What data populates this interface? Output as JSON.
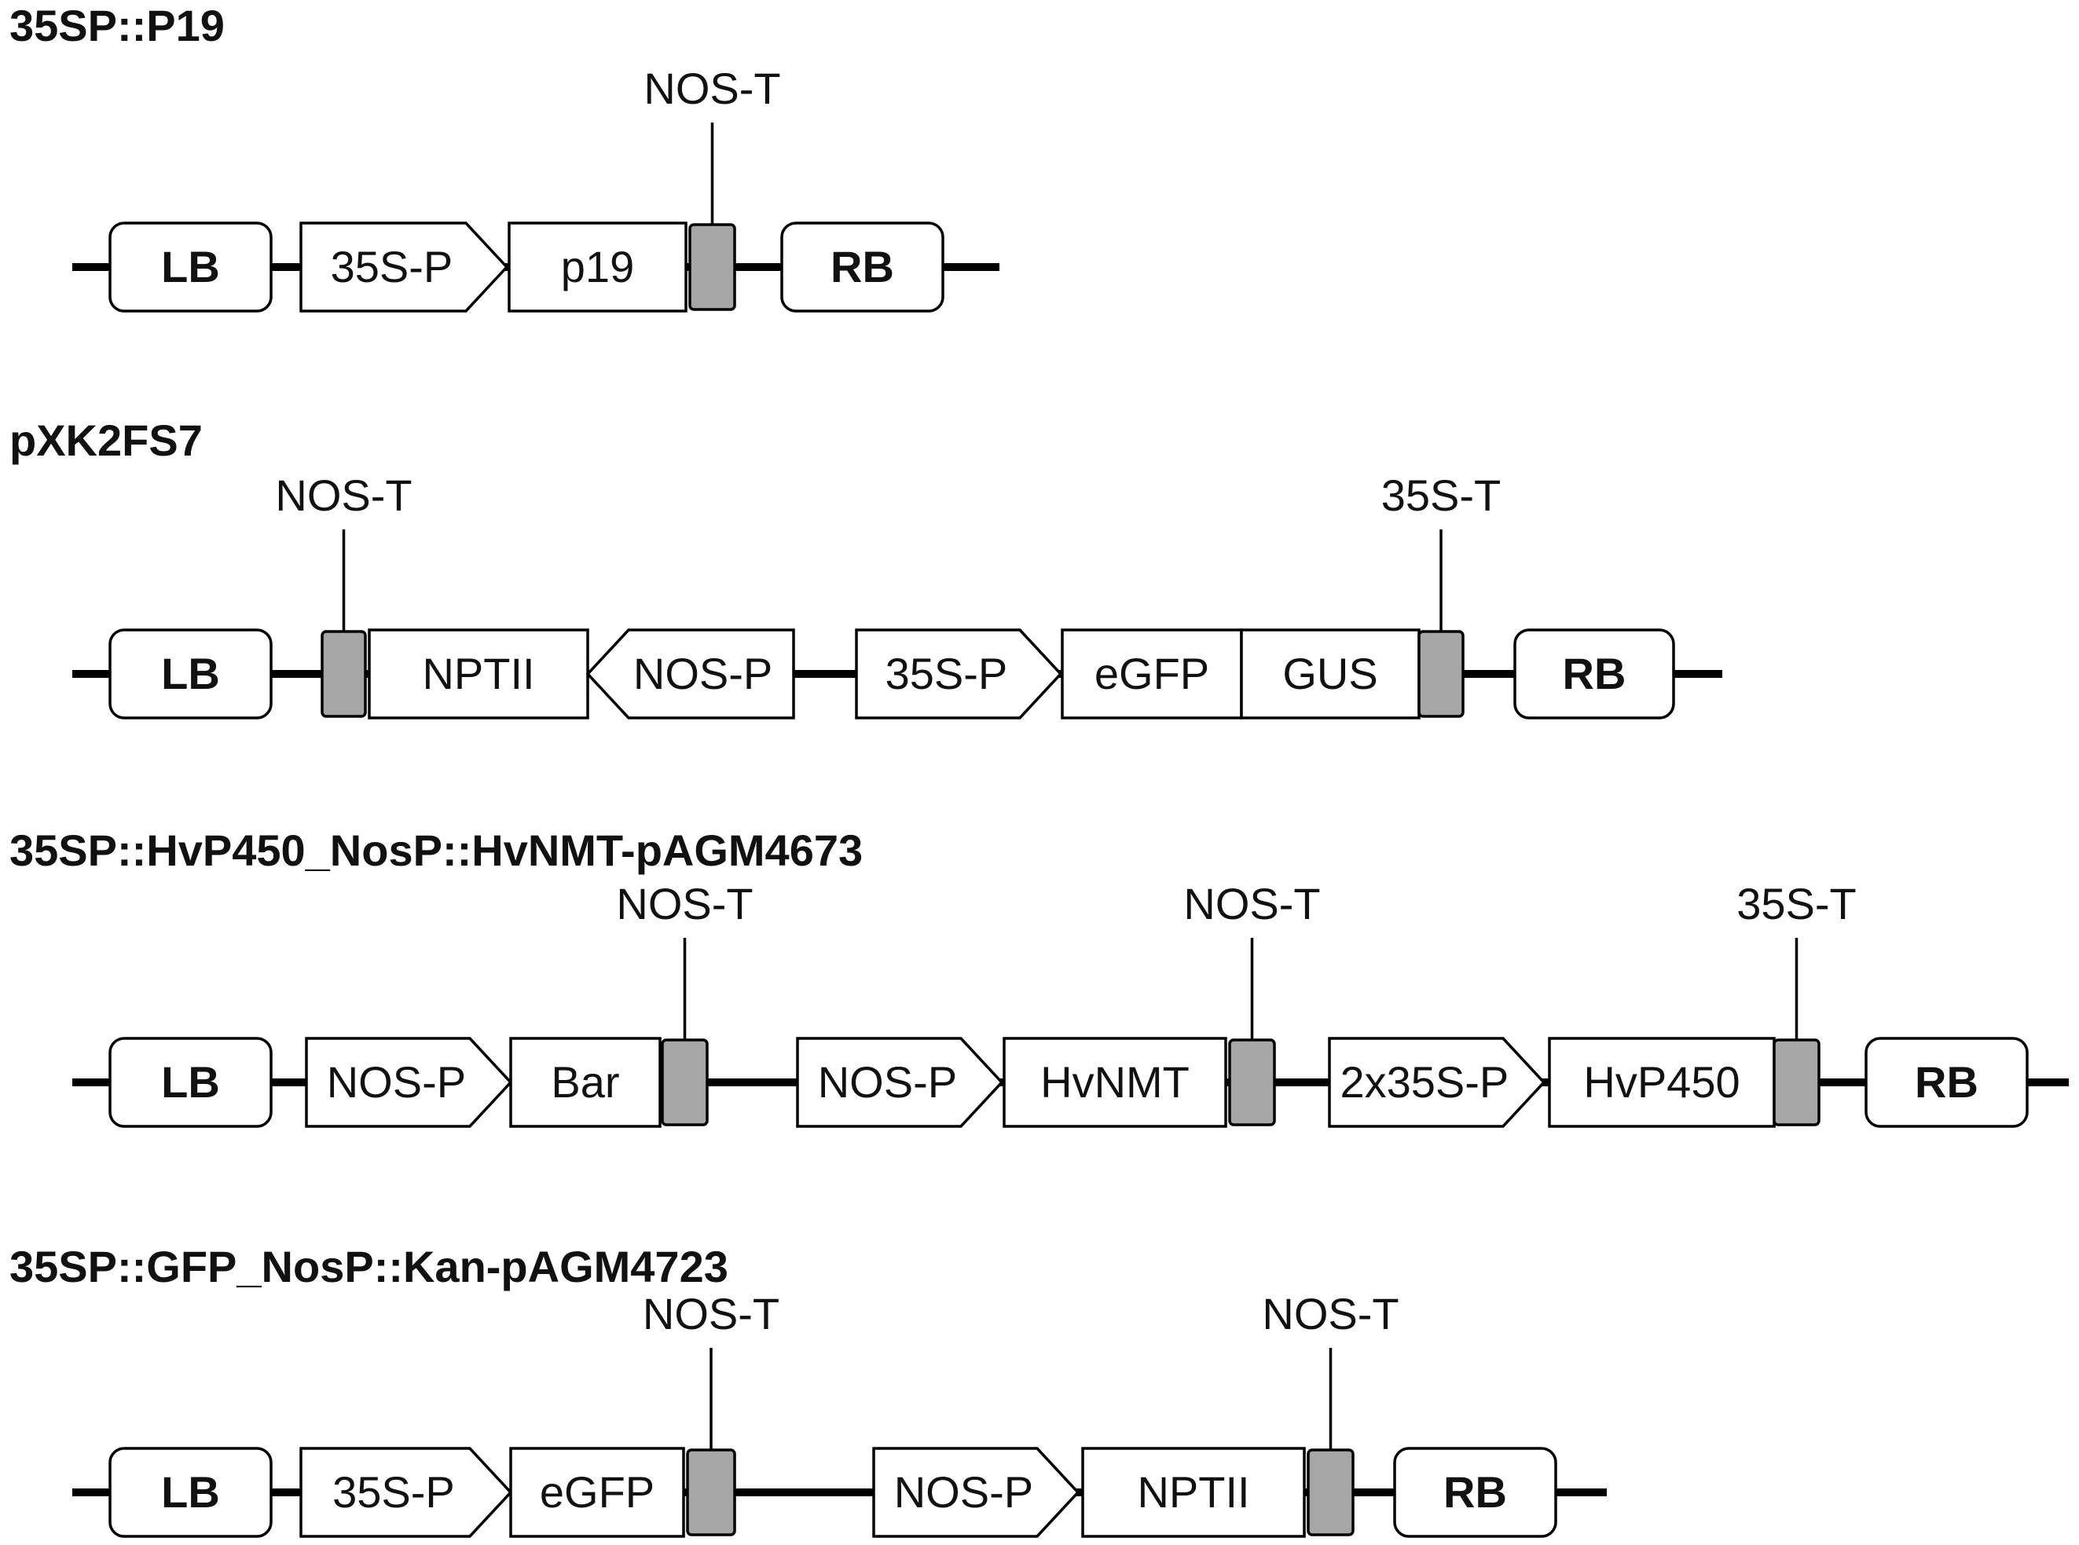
{
  "constructs": [
    {
      "title": "35SP::P19",
      "parts": [
        {
          "type": "border",
          "label": "LB"
        },
        {
          "type": "promoter",
          "label": "35S-P",
          "dir": "right"
        },
        {
          "type": "cds",
          "label": "p19"
        },
        {
          "type": "terminator",
          "label": "NOS-T"
        },
        {
          "type": "border",
          "label": "RB"
        }
      ]
    },
    {
      "title": "pXK2FS7",
      "parts": [
        {
          "type": "border",
          "label": "LB"
        },
        {
          "type": "terminator",
          "label": "NOS-T"
        },
        {
          "type": "cds",
          "label": "NPTII"
        },
        {
          "type": "promoter",
          "label": "NOS-P",
          "dir": "left"
        },
        {
          "type": "promoter",
          "label": "35S-P",
          "dir": "right"
        },
        {
          "type": "cds",
          "label": "eGFP"
        },
        {
          "type": "cds",
          "label": "GUS"
        },
        {
          "type": "terminator",
          "label": "35S-T"
        },
        {
          "type": "border",
          "label": "RB"
        }
      ]
    },
    {
      "title": "35SP::HvP450_NosP::HvNMT-pAGM4673",
      "parts": [
        {
          "type": "border",
          "label": "LB"
        },
        {
          "type": "promoter",
          "label": "NOS-P",
          "dir": "right"
        },
        {
          "type": "cds",
          "label": "Bar"
        },
        {
          "type": "terminator",
          "label": "NOS-T"
        },
        {
          "type": "promoter",
          "label": "NOS-P",
          "dir": "right"
        },
        {
          "type": "cds",
          "label": "HvNMT"
        },
        {
          "type": "terminator",
          "label": "NOS-T"
        },
        {
          "type": "promoter",
          "label": "2x35S-P",
          "dir": "right"
        },
        {
          "type": "cds",
          "label": "HvP450"
        },
        {
          "type": "terminator",
          "label": "35S-T"
        },
        {
          "type": "border",
          "label": "RB"
        }
      ]
    },
    {
      "title": "35SP::GFP_NosP::Kan-pAGM4723",
      "parts": [
        {
          "type": "border",
          "label": "LB"
        },
        {
          "type": "promoter",
          "label": "35S-P",
          "dir": "right"
        },
        {
          "type": "cds",
          "label": "eGFP"
        },
        {
          "type": "terminator",
          "label": "NOS-T"
        },
        {
          "type": "promoter",
          "label": "NOS-P",
          "dir": "right"
        },
        {
          "type": "cds",
          "label": "NPTII"
        },
        {
          "type": "terminator",
          "label": "NOS-T"
        },
        {
          "type": "border",
          "label": "RB"
        }
      ]
    }
  ],
  "colors": {
    "terminator_fill": "#a6a6a6",
    "box_fill": "#ffffff",
    "line": "#000000"
  }
}
